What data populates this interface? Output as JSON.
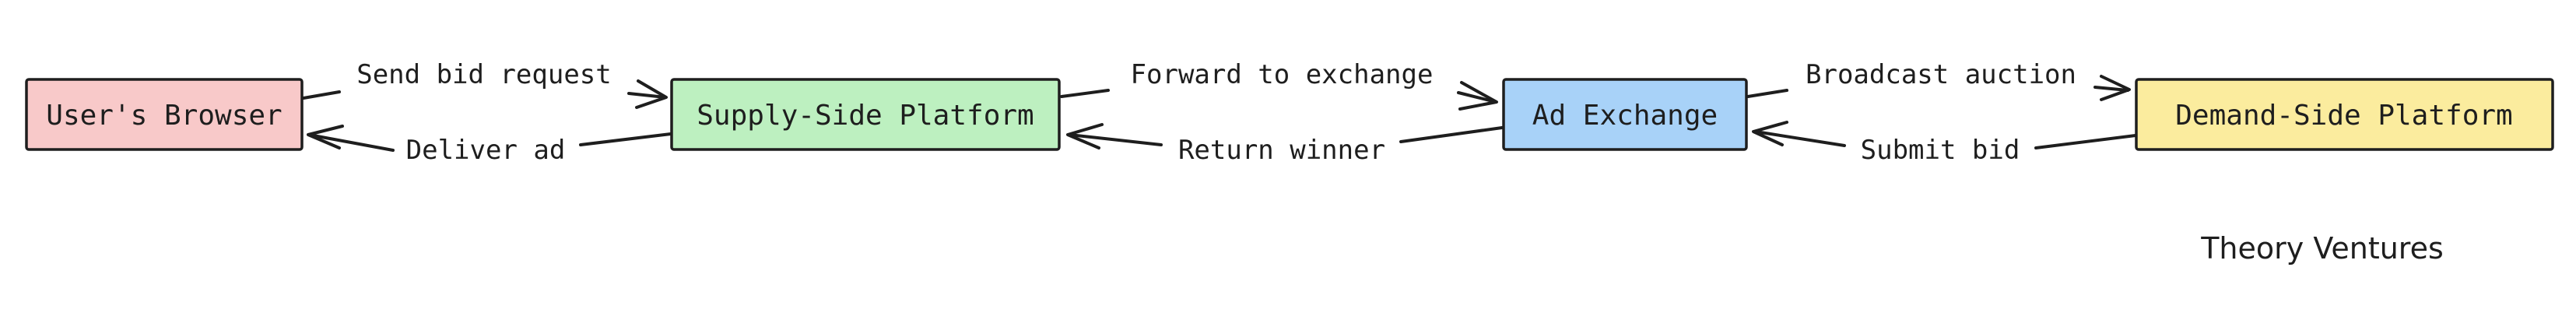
{
  "diagram": {
    "nodes": [
      {
        "id": "browser",
        "label": "User's Browser",
        "fill": "#f8c9c9"
      },
      {
        "id": "ssp",
        "label": "Supply-Side Platform",
        "fill": "#bdf0c0"
      },
      {
        "id": "exchange",
        "label": "Ad Exchange",
        "fill": "#a8d2f8"
      },
      {
        "id": "dsp",
        "label": "Demand-Side Platform",
        "fill": "#fbec9e"
      }
    ],
    "edges": [
      {
        "id": "send-bid-request",
        "label": "Send bid request",
        "from": "browser",
        "to": "ssp"
      },
      {
        "id": "deliver-ad",
        "label": "Deliver ad",
        "from": "ssp",
        "to": "browser"
      },
      {
        "id": "forward-to-exchange",
        "label": "Forward to exchange",
        "from": "ssp",
        "to": "exchange"
      },
      {
        "id": "return-winner",
        "label": "Return winner",
        "from": "exchange",
        "to": "ssp"
      },
      {
        "id": "broadcast-auction",
        "label": "Broadcast auction",
        "from": "exchange",
        "to": "dsp"
      },
      {
        "id": "submit-bid",
        "label": "Submit bid",
        "from": "dsp",
        "to": "exchange"
      }
    ]
  },
  "brand": {
    "text": "Theory Ventures"
  },
  "colors": {
    "stroke": "#1e1e1e",
    "background": "#ffffff"
  }
}
